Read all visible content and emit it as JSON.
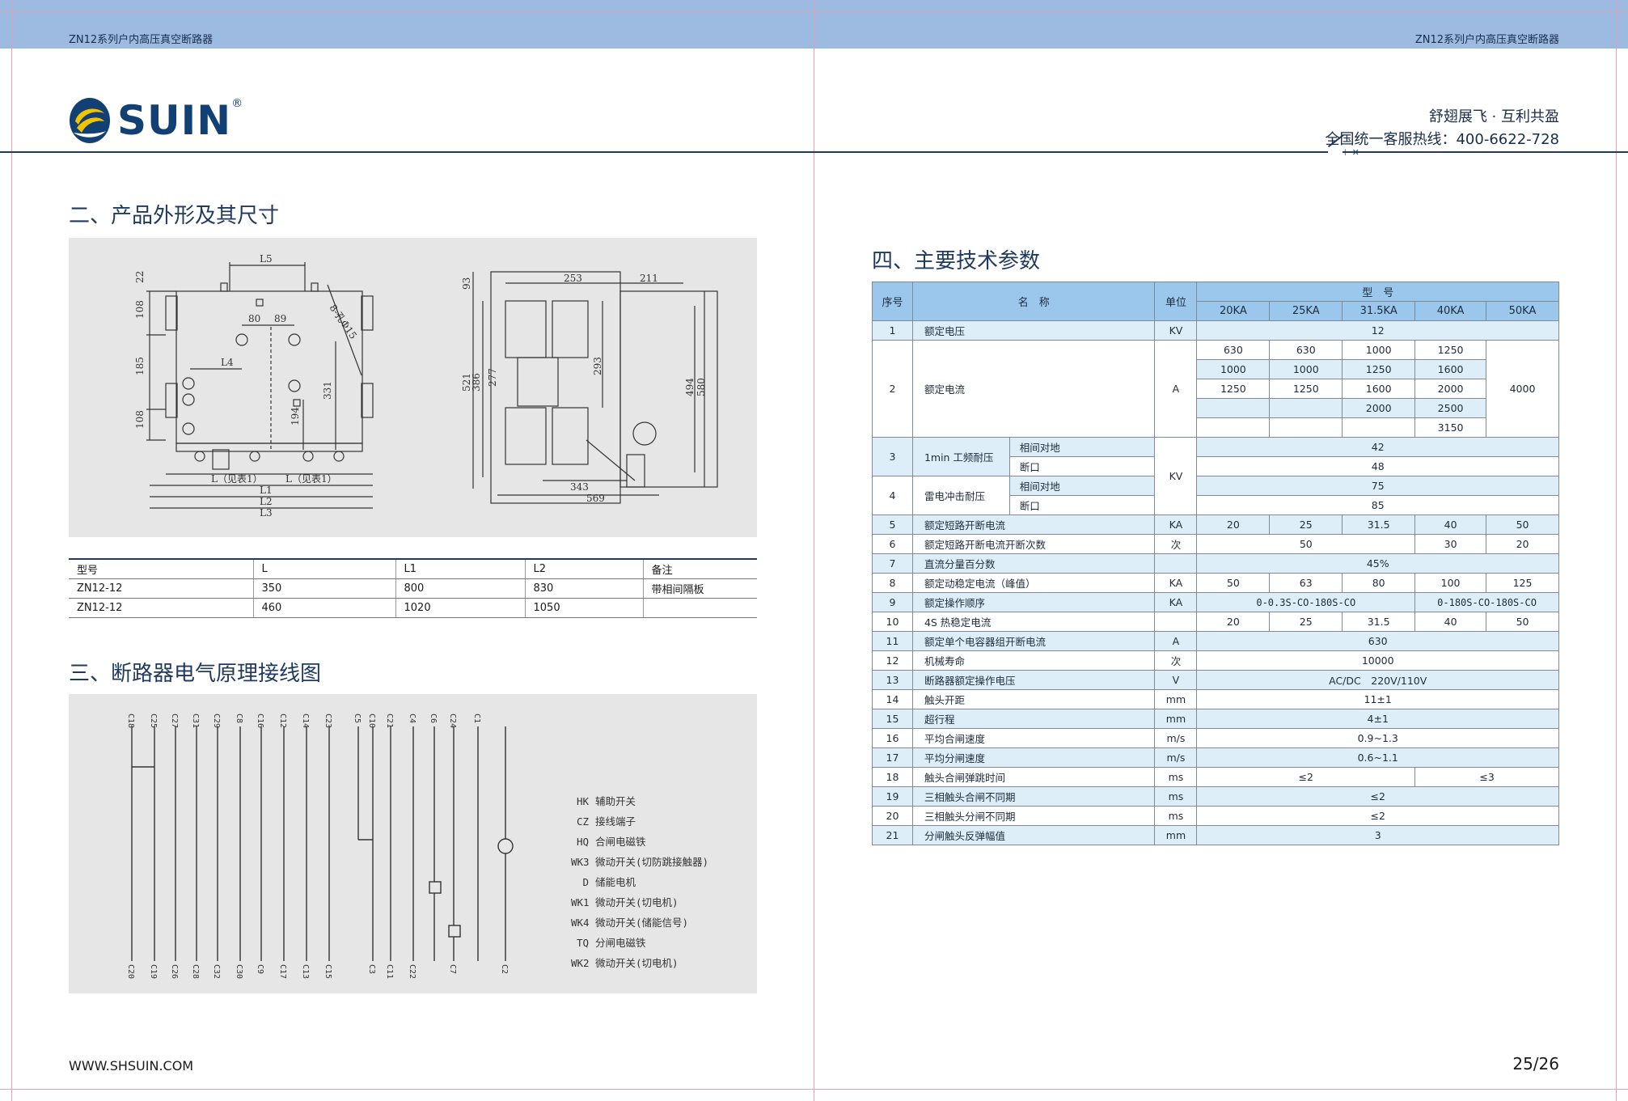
{
  "header": {
    "left_title": "ZN12系列户内高压真空断路器",
    "right_title": "ZN12系列户内高压真空断路器",
    "rule_mark": "⊢✕"
  },
  "logo": {
    "text": "SUIN",
    "reg": "®",
    "icon": "suin-swirl-icon",
    "color": "#123f74"
  },
  "slogan": "舒翅展飞 · 互利共盈",
  "hotline": "全国统一客服热线：400-6622-728",
  "sections": {
    "dimensions": "二、产品外形及其尺寸",
    "wiring": "三、断路器电气原理接线图",
    "params": "四、主要技术参数"
  },
  "drawing_front": {
    "labels": [
      "L5",
      "22",
      "108",
      "185",
      "108",
      "80",
      "89",
      "L4",
      "331",
      "194",
      "8-孔Φ15",
      "L（见表1）",
      "L（见表1）",
      "L1",
      "L2",
      "L3"
    ]
  },
  "drawing_side": {
    "labels": [
      "253",
      "211",
      "93",
      "521",
      "386",
      "277",
      "293",
      "494",
      "580",
      "343",
      "569"
    ]
  },
  "dim_table": {
    "headers": [
      "型号",
      "L",
      "L1",
      "L2",
      "备注"
    ],
    "rows": [
      [
        "ZN12-12",
        "350",
        "800",
        "830",
        "带相间隔板"
      ],
      [
        "ZN12-12",
        "460",
        "1020",
        "1050",
        ""
      ]
    ]
  },
  "wiring": {
    "top_terminals": [
      "C18",
      "C25",
      "C27",
      "C31",
      "C29",
      "C8",
      "C16",
      "C12",
      "C14",
      "C23",
      "C5",
      "C10",
      "C21",
      "C4",
      "C6",
      "C24",
      "C1"
    ],
    "bottom_terminals": [
      "C20",
      "C19",
      "C26",
      "C28",
      "C32",
      "C30",
      "C9",
      "C17",
      "C13",
      "C15",
      "C3",
      "C11",
      "C22",
      "C7",
      "C2"
    ],
    "legend": [
      {
        "code": "HK",
        "text": "辅助开关"
      },
      {
        "code": "CZ",
        "text": "接线端子"
      },
      {
        "code": "HQ",
        "text": "合闸电磁铁"
      },
      {
        "code": "WK3",
        "text": "微动开关(切防跳接触器)"
      },
      {
        "code": "D",
        "text": "储能电机"
      },
      {
        "code": "WK1",
        "text": "微动开关(切电机)"
      },
      {
        "code": "WK4",
        "text": "微动开关(储能信号)"
      },
      {
        "code": "TQ",
        "text": "分闸电磁铁"
      },
      {
        "code": "WK2",
        "text": "微动开关(切电机)"
      }
    ]
  },
  "spec_table": {
    "head": {
      "no": "序号",
      "name": "名　称",
      "unit": "单位",
      "model": "型　号",
      "models": [
        "20KA",
        "25KA",
        "31.5KA",
        "40KA",
        "50KA"
      ]
    },
    "r1": [
      "1",
      "额定电压",
      "KV",
      "12"
    ],
    "r2": {
      "no": "2",
      "name": "额定电流",
      "unit": "A",
      "c20": [
        "630",
        "1000",
        "1250"
      ],
      "c25": [
        "630",
        "1000",
        "1250"
      ],
      "c31": [
        "1000",
        "1250",
        "1600",
        "2000"
      ],
      "c40": [
        "1250",
        "1600",
        "2000",
        "2500",
        "3150"
      ],
      "c50": "4000"
    },
    "r3": {
      "no": "3",
      "name": "1min 工频耐压",
      "sub1": "相间对地",
      "v1": "42",
      "sub2": "断口",
      "v2": "48",
      "unit": "KV"
    },
    "r4": {
      "no": "4",
      "name": "雷电冲击耐压",
      "sub1": "相间对地",
      "v1": "75",
      "sub2": "断口",
      "v2": "85"
    },
    "r5": [
      "5",
      "额定短路开断电流",
      "KA",
      "20",
      "25",
      "31.5",
      "40",
      "50"
    ],
    "r6": [
      "6",
      "额定短路开断电流开断次数",
      "次",
      "50",
      "30",
      "20"
    ],
    "r7": [
      "7",
      "直流分量百分数",
      "",
      "45%"
    ],
    "r8": [
      "8",
      "额定动稳定电流（峰值）",
      "KA",
      "50",
      "63",
      "80",
      "100",
      "125"
    ],
    "r9": [
      "9",
      "额定操作顺序",
      "KA",
      "0-0.3S-CO-180S-CO",
      "0-180S-CO-180S-CO"
    ],
    "r10": [
      "10",
      "4S 热稳定电流",
      "",
      "20",
      "25",
      "31.5",
      "40",
      "50"
    ],
    "r11": [
      "11",
      "额定单个电容器组开断电流",
      "A",
      "630"
    ],
    "r12": [
      "12",
      "机械寿命",
      "次",
      "10000"
    ],
    "r13": [
      "13",
      "断路器额定操作电压",
      "V",
      "AC/DC　220V/110V"
    ],
    "r14": [
      "14",
      "触头开距",
      "mm",
      "11±1"
    ],
    "r15": [
      "15",
      "超行程",
      "mm",
      "4±1"
    ],
    "r16": [
      "16",
      "平均合闸速度",
      "m/s",
      "0.9~1.3"
    ],
    "r17": [
      "17",
      "平均分闸速度",
      "m/s",
      "0.6~1.1"
    ],
    "r18": [
      "18",
      "触头合闸弹跳时间",
      "ms",
      "≤2",
      "≤3"
    ],
    "r19": [
      "19",
      "三相触头合闸不同期",
      "ms",
      "≤2"
    ],
    "r20": [
      "20",
      "三相触头分闸不同期",
      "ms",
      "≤2"
    ],
    "r21": [
      "21",
      "分闸触头反弹幅值",
      "mm",
      "3"
    ]
  },
  "footer": {
    "website": "WWW.SHSUIN.COM",
    "pages": "25/26"
  }
}
